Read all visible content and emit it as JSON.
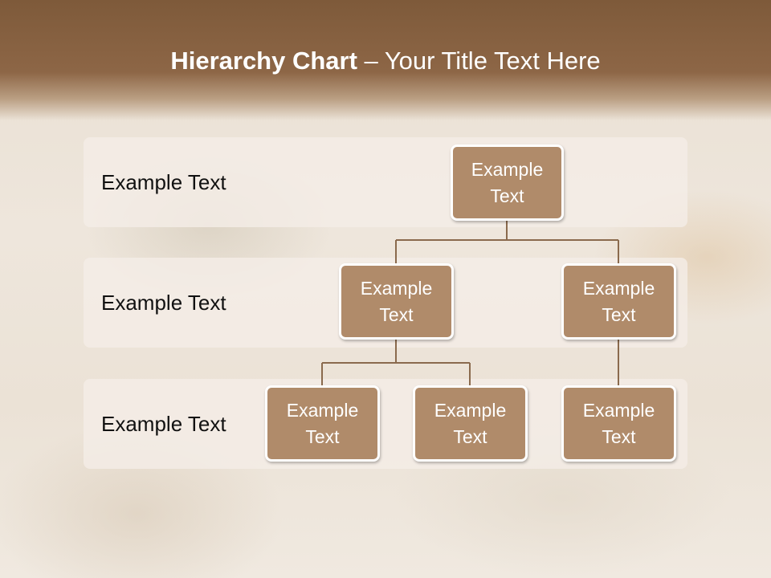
{
  "title": {
    "bold": "Hierarchy Chart",
    "dash": " – ",
    "rest": "Your Title Text Here"
  },
  "levels": [
    {
      "label": "Example Text"
    },
    {
      "label": "Example Text"
    },
    {
      "label": "Example Text"
    }
  ],
  "nodes": {
    "root": "Example\nText",
    "level2_left": "Example\nText",
    "level2_right": "Example\nText",
    "level3_left": "Example\nText",
    "level3_middle": "Example\nText",
    "level3_right": "Example\nText"
  },
  "colors": {
    "header": "#7e5a3a",
    "node_fill": "#b08b6a",
    "node_border": "#ffffff",
    "connector": "#8a6a4d"
  }
}
